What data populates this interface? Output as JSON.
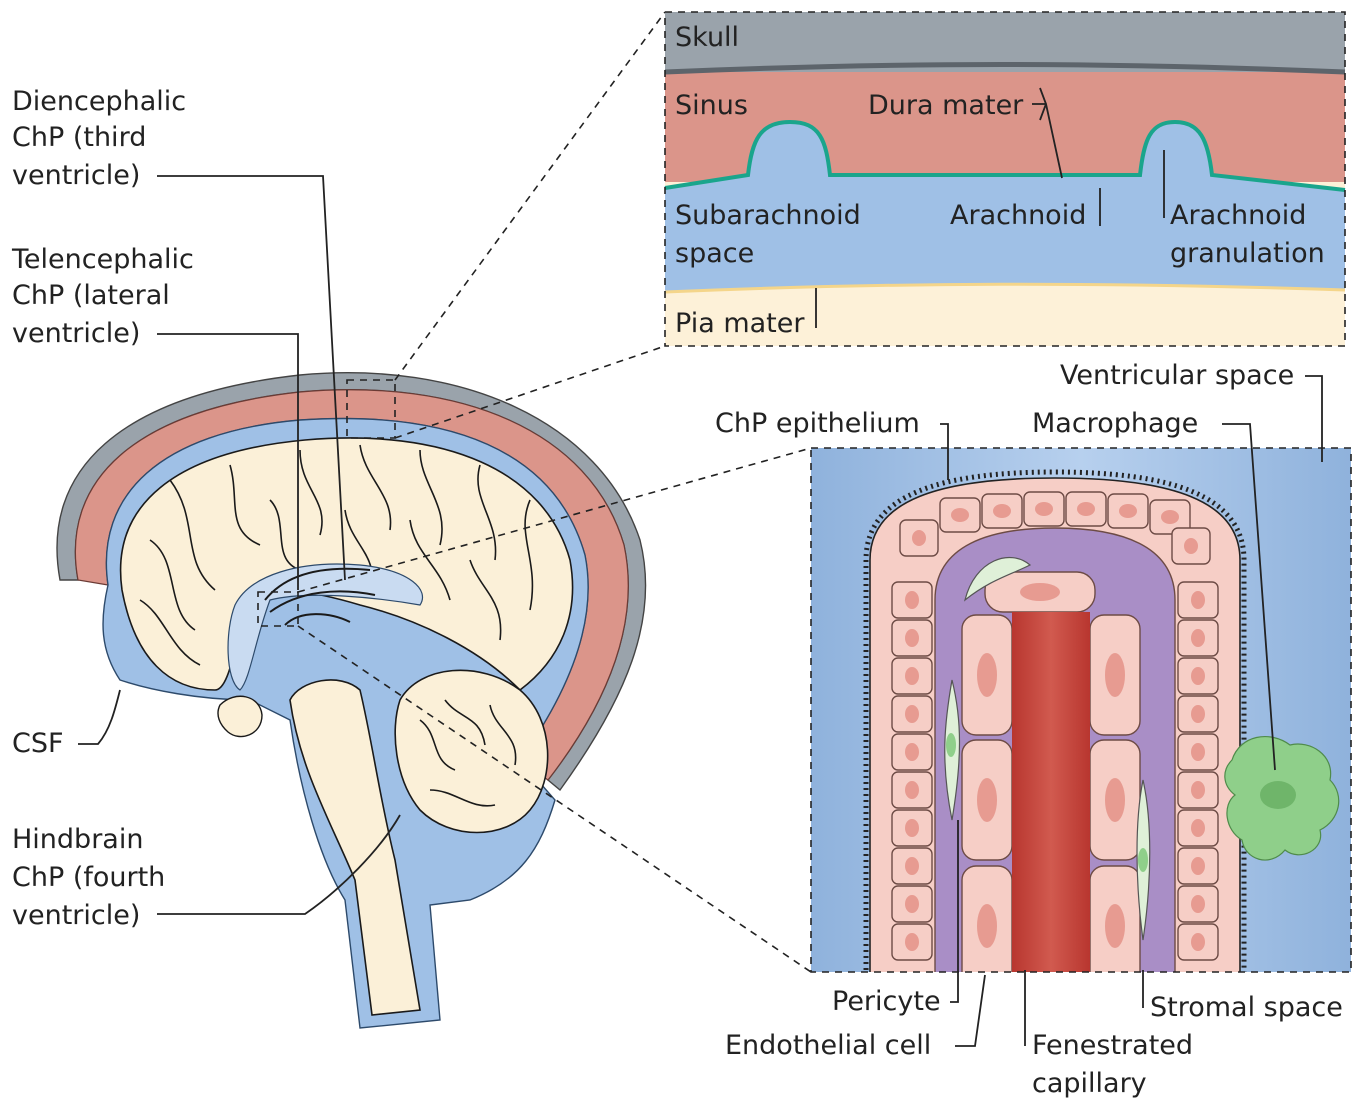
{
  "labels": {
    "diencephalic": [
      "Diencephalic",
      "ChP (third",
      "ventricle)"
    ],
    "telencephalic": [
      "Telencephalic",
      "ChP (lateral",
      "ventricle)"
    ],
    "csf": "CSF",
    "hindbrain": [
      "Hindbrain",
      "ChP (fourth",
      "ventricle)"
    ]
  },
  "meninges_inset": {
    "skull": "Skull",
    "sinus": "Sinus",
    "dura_mater": "Dura mater",
    "subarachnoid_space": [
      "Subarachnoid",
      "space"
    ],
    "arachnoid": "Arachnoid",
    "arachnoid_granulation": [
      "Arachnoid",
      "granulation"
    ],
    "pia_mater": "Pia mater"
  },
  "chp_inset": {
    "ventricular_space": "Ventricular space",
    "chp_epithelium": "ChP epithelium",
    "macrophage": "Macrophage",
    "pericyte": "Pericyte",
    "endothelial_cell": "Endothelial cell",
    "fenestrated_capillary": [
      "Fenestrated",
      "capillary"
    ],
    "stromal_space": "Stromal space"
  },
  "colors": {
    "skull": "#9aa3ab",
    "sinus": "#db958a",
    "csf": "#9fc0e6",
    "arachnoid": "#1aa58c",
    "pia": "#fdf1d8",
    "brain": "#fbf0d8",
    "stroma": "#a98ec6",
    "capillary": "#c4483f",
    "macrophage": "#8fcf8a"
  }
}
